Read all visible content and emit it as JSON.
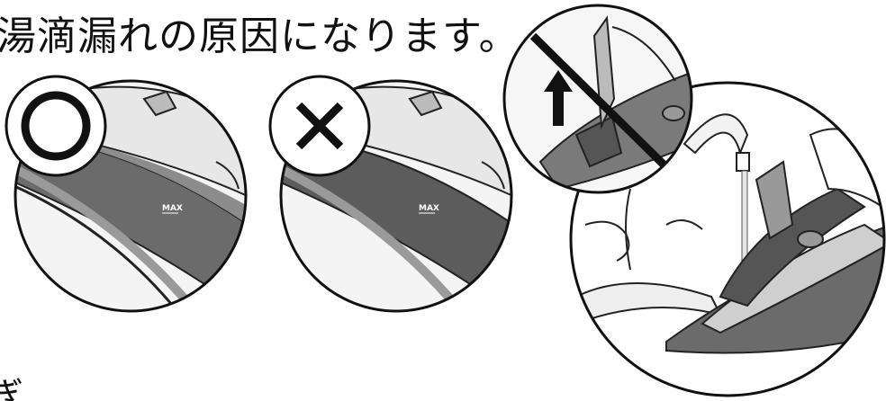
{
  "caption": "湯滴漏れの原因になります。",
  "bottom_partial_text": "ぎ…",
  "panels": [
    {
      "mark": "O",
      "meaning": "correct",
      "label": "MAX"
    },
    {
      "mark": "X",
      "meaning": "incorrect",
      "label": "MAX"
    },
    {
      "mark": "no-up-arrow",
      "meaning": "prohibited"
    }
  ]
}
